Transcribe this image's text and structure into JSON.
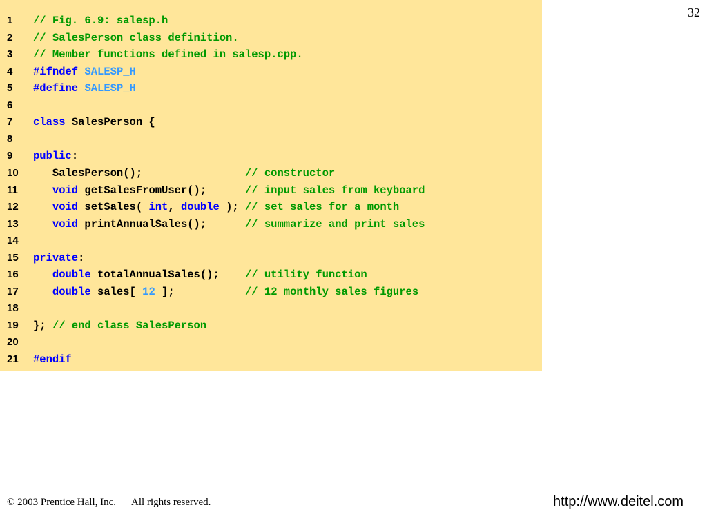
{
  "slide": {
    "page_number": "32",
    "footer": {
      "copyright_symbol": "©",
      "copyright_text": "2003 Prentice Hall, Inc.",
      "rights_text": "All rights reserved.",
      "url": "http://www.deitel.com"
    },
    "colors": {
      "code_background": "#ffe69a",
      "comment": "#009900",
      "keyword": "#0000ff",
      "macro_and_number": "#3399ff"
    }
  },
  "code": {
    "lines": [
      {
        "number": "1",
        "tokens": [
          {
            "type": "comment",
            "text": "// Fig. 6.9: salesp.h"
          }
        ]
      },
      {
        "number": "2",
        "tokens": [
          {
            "type": "comment",
            "text": "// SalesPerson class definition."
          }
        ]
      },
      {
        "number": "3",
        "tokens": [
          {
            "type": "comment",
            "text": "// Member functions defined in salesp.cpp."
          }
        ]
      },
      {
        "number": "4",
        "tokens": [
          {
            "type": "keyword",
            "text": "#ifndef"
          },
          {
            "type": "plain",
            "text": " "
          },
          {
            "type": "macro",
            "text": "SALESP_H"
          }
        ]
      },
      {
        "number": "5",
        "tokens": [
          {
            "type": "keyword",
            "text": "#define"
          },
          {
            "type": "plain",
            "text": " "
          },
          {
            "type": "macro",
            "text": "SALESP_H"
          }
        ]
      },
      {
        "number": "6",
        "tokens": []
      },
      {
        "number": "7",
        "tokens": [
          {
            "type": "keyword",
            "text": "class"
          },
          {
            "type": "plain",
            "text": " SalesPerson {"
          }
        ]
      },
      {
        "number": "8",
        "tokens": []
      },
      {
        "number": "9",
        "tokens": [
          {
            "type": "keyword",
            "text": "public"
          },
          {
            "type": "plain",
            "text": ":"
          }
        ]
      },
      {
        "number": "10",
        "tokens": [
          {
            "type": "plain",
            "text": "   SalesPerson();                "
          },
          {
            "type": "comment",
            "text": "// constructor"
          }
        ]
      },
      {
        "number": "11",
        "tokens": [
          {
            "type": "plain",
            "text": "   "
          },
          {
            "type": "keyword",
            "text": "void"
          },
          {
            "type": "plain",
            "text": " getSalesFromUser();      "
          },
          {
            "type": "comment",
            "text": "// input sales from keyboard"
          }
        ]
      },
      {
        "number": "12",
        "tokens": [
          {
            "type": "plain",
            "text": "   "
          },
          {
            "type": "keyword",
            "text": "void"
          },
          {
            "type": "plain",
            "text": " setSales( "
          },
          {
            "type": "keyword",
            "text": "int"
          },
          {
            "type": "plain",
            "text": ", "
          },
          {
            "type": "keyword",
            "text": "double"
          },
          {
            "type": "plain",
            "text": " ); "
          },
          {
            "type": "comment",
            "text": "// set sales for a month"
          }
        ]
      },
      {
        "number": "13",
        "tokens": [
          {
            "type": "plain",
            "text": "   "
          },
          {
            "type": "keyword",
            "text": "void"
          },
          {
            "type": "plain",
            "text": " printAnnualSales();      "
          },
          {
            "type": "comment",
            "text": "// summarize and print sales"
          }
        ]
      },
      {
        "number": "14",
        "tokens": []
      },
      {
        "number": "15",
        "tokens": [
          {
            "type": "keyword",
            "text": "private"
          },
          {
            "type": "plain",
            "text": ":"
          }
        ]
      },
      {
        "number": "16",
        "tokens": [
          {
            "type": "plain",
            "text": "   "
          },
          {
            "type": "keyword",
            "text": "double"
          },
          {
            "type": "plain",
            "text": " totalAnnualSales();    "
          },
          {
            "type": "comment",
            "text": "// utility function"
          }
        ]
      },
      {
        "number": "17",
        "tokens": [
          {
            "type": "plain",
            "text": "   "
          },
          {
            "type": "keyword",
            "text": "double"
          },
          {
            "type": "plain",
            "text": " sales[ "
          },
          {
            "type": "number",
            "text": "12"
          },
          {
            "type": "plain",
            "text": " ];           "
          },
          {
            "type": "comment",
            "text": "// 12 monthly sales figures"
          }
        ]
      },
      {
        "number": "18",
        "tokens": []
      },
      {
        "number": "19",
        "tokens": [
          {
            "type": "plain",
            "text": "}; "
          },
          {
            "type": "comment",
            "text": "// end class SalesPerson"
          }
        ]
      },
      {
        "number": "20",
        "tokens": []
      },
      {
        "number": "21",
        "tokens": [
          {
            "type": "keyword",
            "text": "#endif"
          }
        ]
      }
    ]
  }
}
